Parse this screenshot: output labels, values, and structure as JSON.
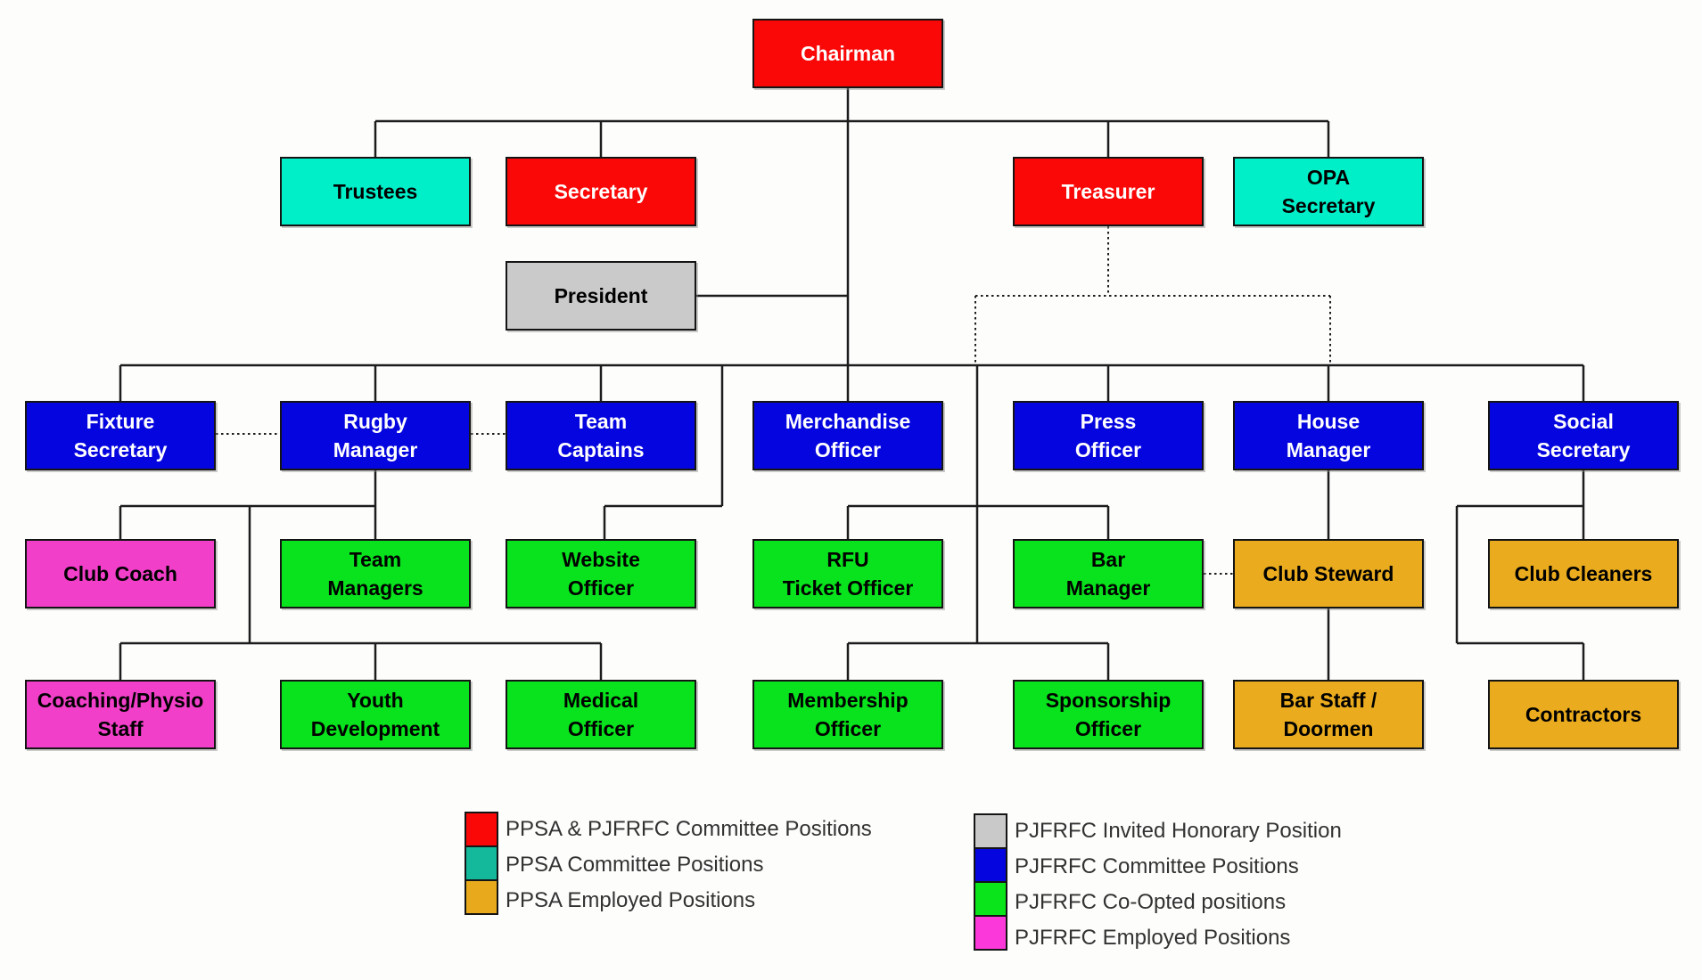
{
  "colors": {
    "red": "#fa0707",
    "blue": "#0505df",
    "cyan": "#00efc9",
    "green": "#09e31d",
    "magenta": "#f23fc9",
    "orange": "#eaac1e",
    "gray": "#cacaca",
    "line": "#1c1c1c"
  },
  "boxes": [
    {
      "id": "chairman",
      "lines": [
        "Chairman"
      ],
      "color": "red",
      "col": 3,
      "row": "1"
    },
    {
      "id": "trustees",
      "lines": [
        "Trustees"
      ],
      "color": "cyan",
      "col": 1,
      "row": "2"
    },
    {
      "id": "secretary",
      "lines": [
        "Secretary"
      ],
      "color": "red",
      "col": 2,
      "row": "2"
    },
    {
      "id": "treasurer",
      "lines": [
        "Treasurer"
      ],
      "color": "red",
      "col": 4,
      "row": "2"
    },
    {
      "id": "opa-secretary",
      "lines": [
        "OPA",
        "Secretary"
      ],
      "color": "cyan",
      "col": 5,
      "row": "2"
    },
    {
      "id": "president",
      "lines": [
        "President"
      ],
      "color": "gray",
      "col": 2,
      "row": "p"
    },
    {
      "id": "fixture-secretary",
      "lines": [
        "Fixture",
        "Secretary"
      ],
      "color": "blue",
      "col": 0,
      "row": "3"
    },
    {
      "id": "rugby-manager",
      "lines": [
        "Rugby",
        "Manager"
      ],
      "color": "blue",
      "col": 1,
      "row": "3"
    },
    {
      "id": "team-captains",
      "lines": [
        "Team",
        "Captains"
      ],
      "color": "blue",
      "col": 2,
      "row": "3"
    },
    {
      "id": "merchandise-officer",
      "lines": [
        "Merchandise",
        "Officer"
      ],
      "color": "blue",
      "col": 3,
      "row": "3"
    },
    {
      "id": "press-officer",
      "lines": [
        "Press",
        "Officer"
      ],
      "color": "blue",
      "col": 4,
      "row": "3"
    },
    {
      "id": "house-manager",
      "lines": [
        "House",
        "Manager"
      ],
      "color": "blue",
      "col": 5,
      "row": "3"
    },
    {
      "id": "social-secretary",
      "lines": [
        "Social",
        "Secretary"
      ],
      "color": "blue",
      "col": 6,
      "row": "3"
    },
    {
      "id": "club-coach",
      "lines": [
        "Club Coach"
      ],
      "color": "magenta",
      "col": 0,
      "row": "4"
    },
    {
      "id": "team-managers",
      "lines": [
        "Team",
        "Managers"
      ],
      "color": "green",
      "col": 1,
      "row": "4"
    },
    {
      "id": "website-officer",
      "lines": [
        "Website",
        "Officer"
      ],
      "color": "green",
      "col": 2,
      "row": "4"
    },
    {
      "id": "rfu-ticket-officer",
      "lines": [
        "RFU",
        "Ticket Officer"
      ],
      "color": "green",
      "col": 3,
      "row": "4"
    },
    {
      "id": "bar-manager",
      "lines": [
        "Bar",
        "Manager"
      ],
      "color": "green",
      "col": 4,
      "row": "4"
    },
    {
      "id": "club-steward",
      "lines": [
        "Club Steward"
      ],
      "color": "orange",
      "col": 5,
      "row": "4"
    },
    {
      "id": "club-cleaners",
      "lines": [
        "Club Cleaners"
      ],
      "color": "orange",
      "col": 6,
      "row": "4"
    },
    {
      "id": "coaching-physio-staff",
      "lines": [
        "Coaching/Physio",
        "Staff"
      ],
      "color": "magenta",
      "col": 0,
      "row": "5"
    },
    {
      "id": "youth-development",
      "lines": [
        "Youth",
        "Development"
      ],
      "color": "green",
      "col": 1,
      "row": "5"
    },
    {
      "id": "medical-officer",
      "lines": [
        "Medical",
        "Officer"
      ],
      "color": "green",
      "col": 2,
      "row": "5"
    },
    {
      "id": "membership-officer",
      "lines": [
        "Membership",
        "Officer"
      ],
      "color": "green",
      "col": 3,
      "row": "5"
    },
    {
      "id": "sponsorship-officer",
      "lines": [
        "Sponsorship",
        "Officer"
      ],
      "color": "green",
      "col": 4,
      "row": "5"
    },
    {
      "id": "bar-staff-doormen",
      "lines": [
        "Bar Staff /",
        "Doormen"
      ],
      "color": "orange",
      "col": 5,
      "row": "5"
    },
    {
      "id": "contractors",
      "lines": [
        "Contractors"
      ],
      "color": "orange",
      "col": 6,
      "row": "5"
    }
  ],
  "connections": [
    {
      "from": "chairman",
      "to": "trustees",
      "style": "solid"
    },
    {
      "from": "chairman",
      "to": "secretary",
      "style": "solid"
    },
    {
      "from": "chairman",
      "to": "treasurer",
      "style": "solid"
    },
    {
      "from": "chairman",
      "to": "opa-secretary",
      "style": "solid"
    },
    {
      "from": "chairman",
      "to": "president",
      "style": "solid"
    },
    {
      "from": "chairman",
      "to": "row-3-committee-bus",
      "style": "solid"
    },
    {
      "from": "treasurer",
      "to": "row-3-committee-bus",
      "style": "dotted"
    },
    {
      "from": "fixture-secretary",
      "to": "rugby-manager",
      "style": "dotted"
    },
    {
      "from": "rugby-manager",
      "to": "team-captains",
      "style": "dotted"
    },
    {
      "from": "rugby-manager",
      "to": "club-coach",
      "style": "solid"
    },
    {
      "from": "rugby-manager",
      "to": "team-managers",
      "style": "solid"
    },
    {
      "from": "rugby-manager",
      "to": "coaching-physio-staff",
      "style": "solid"
    },
    {
      "from": "rugby-manager",
      "to": "youth-development",
      "style": "solid"
    },
    {
      "from": "rugby-manager",
      "to": "medical-officer",
      "style": "solid"
    },
    {
      "from": "row-3-committee-bus",
      "to": "website-officer",
      "style": "solid"
    },
    {
      "from": "row-3-committee-bus",
      "to": "rfu-ticket-officer",
      "style": "solid"
    },
    {
      "from": "row-3-committee-bus",
      "to": "bar-manager",
      "style": "solid"
    },
    {
      "from": "row-3-committee-bus",
      "to": "membership-officer",
      "style": "solid"
    },
    {
      "from": "row-3-committee-bus",
      "to": "sponsorship-officer",
      "style": "solid"
    },
    {
      "from": "house-manager",
      "to": "club-steward",
      "style": "solid"
    },
    {
      "from": "club-steward",
      "to": "bar-staff-doormen",
      "style": "solid"
    },
    {
      "from": "bar-manager",
      "to": "club-steward",
      "style": "dotted"
    },
    {
      "from": "social-secretary",
      "to": "club-cleaners",
      "style": "solid"
    },
    {
      "from": "social-secretary",
      "to": "contractors",
      "style": "solid"
    }
  ],
  "legend": {
    "left": [
      {
        "label": "PPSA & PJFRFC Committee Positions",
        "swatch": "#fa0707"
      },
      {
        "label": "PPSA Committee Positions",
        "swatch": "#14b99b"
      },
      {
        "label": "PPSA Employed Positions",
        "swatch": "#e8a91d"
      }
    ],
    "right": [
      {
        "label": "PJFRFC Invited Honorary Position",
        "swatch": "#c9c9c9"
      },
      {
        "label": "PJFRFC Committee Positions",
        "swatch": "#0505df"
      },
      {
        "label": "PJFRFC Co-Opted positions",
        "swatch": "#0ae41a"
      },
      {
        "label": "PJFRFC Employed Positions",
        "swatch": "#fb38d9"
      }
    ]
  }
}
